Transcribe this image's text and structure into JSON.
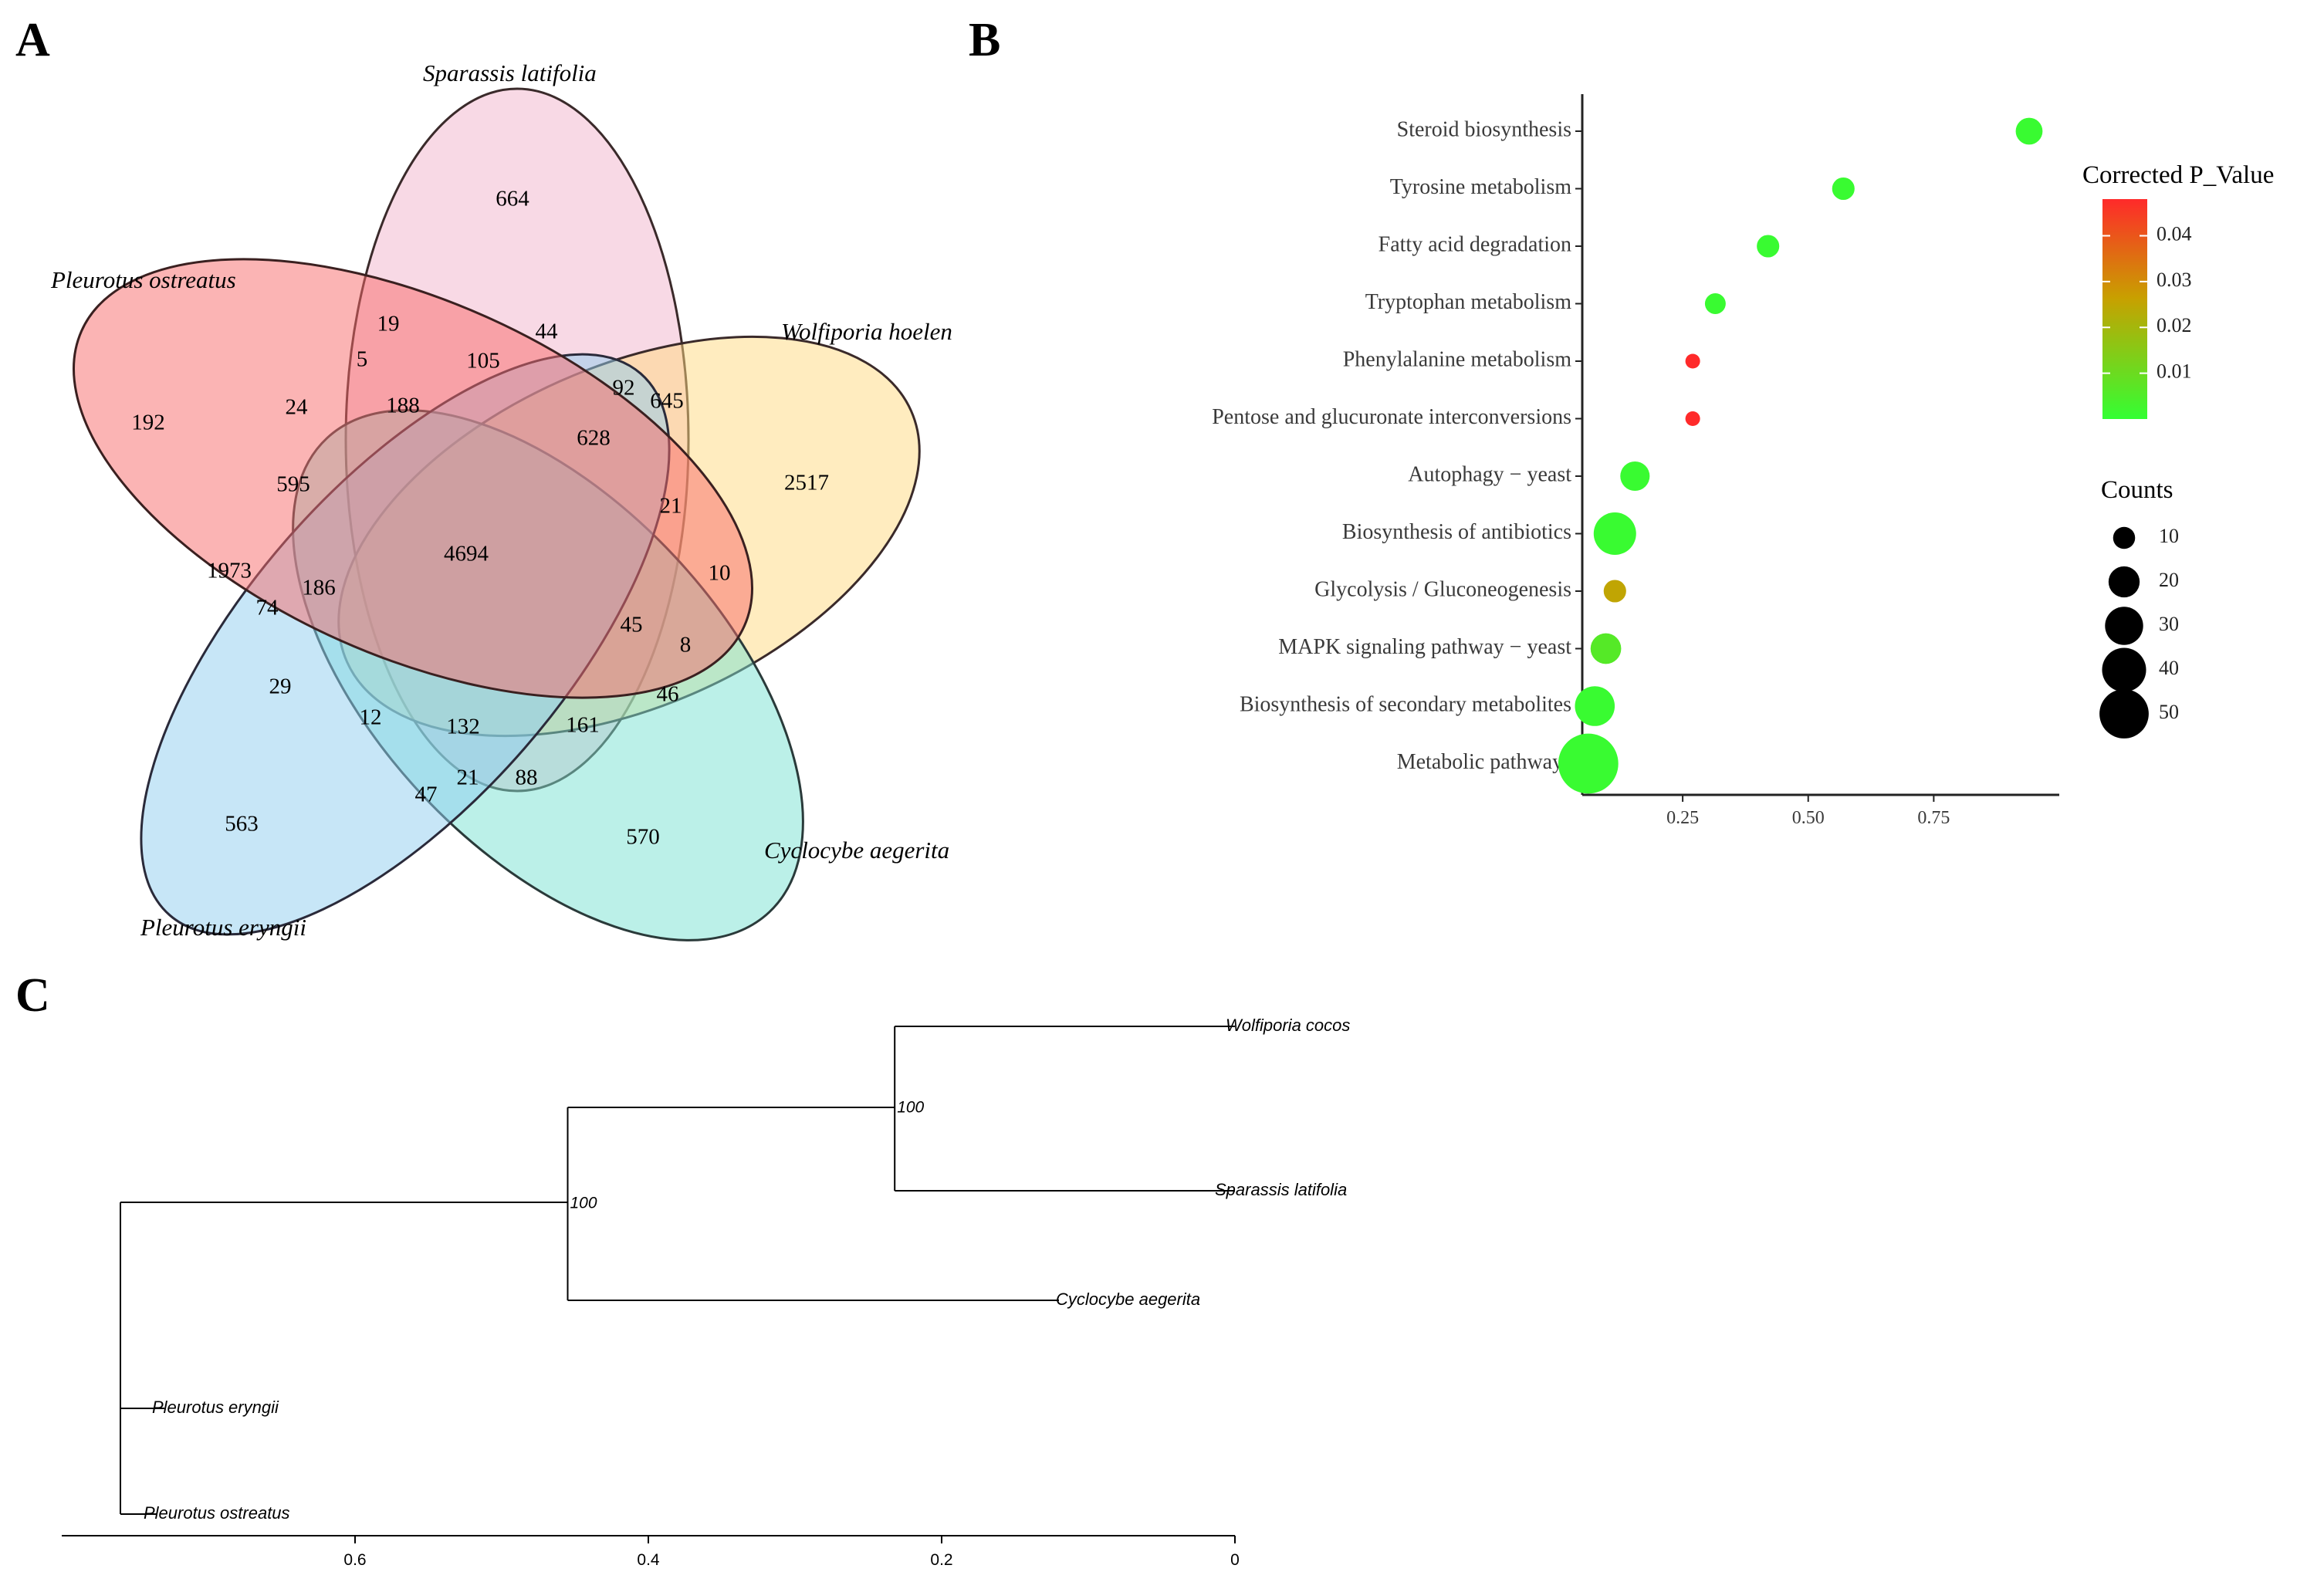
{
  "panels": {
    "a": "A",
    "b": "B",
    "c": "C"
  },
  "venn": {
    "species": [
      {
        "name": "Sparassis latifolia",
        "color": "#f2b3cb"
      },
      {
        "name": "Wolfiporia hoelen",
        "color": "#ffd980"
      },
      {
        "name": "Cyclocybe aegerita",
        "color": "#78e2d2"
      },
      {
        "name": "Pleurotus eryngii",
        "color": "#8fcdf0"
      },
      {
        "name": "Pleurotus ostreatus",
        "color": "#f86a6a"
      }
    ],
    "region_counts": {
      "sl_only": "664",
      "wh_only": "2517",
      "ca_only": "570",
      "pe_only": "563",
      "po_only": "192",
      "r19": "19",
      "r44": "44",
      "r5": "5",
      "r105": "105",
      "r92": "92",
      "r645": "645",
      "r24": "24",
      "r188": "188",
      "r628": "628",
      "r595": "595",
      "r21a": "21",
      "r4694": "4694",
      "r1973": "1973",
      "r186": "186",
      "r10": "10",
      "r74": "74",
      "r45": "45",
      "r8": "8",
      "r29": "29",
      "r46": "46",
      "r12": "12",
      "r132": "132",
      "r161": "161",
      "r21b": "21",
      "r88": "88",
      "r47": "47"
    }
  },
  "chart_data": [
    {
      "type": "scatter",
      "title": "",
      "xlabel": "",
      "ylabel": "",
      "xlim": [
        0.05,
        1.0
      ],
      "x_ticks": [
        "0.25",
        "0.50",
        "0.75"
      ],
      "x_tick_values": [
        0.25,
        0.5,
        0.75
      ],
      "grid": false,
      "points": [
        {
          "pathway": "Steroid biosynthesis",
          "rich_factor": 0.94,
          "p_value": 0.001,
          "count": 10
        },
        {
          "pathway": "Tyrosine metabolism",
          "rich_factor": 0.57,
          "p_value": 0.001,
          "count": 7
        },
        {
          "pathway": "Fatty acid degradation",
          "rich_factor": 0.42,
          "p_value": 0.001,
          "count": 7
        },
        {
          "pathway": "Tryptophan metabolism",
          "rich_factor": 0.315,
          "p_value": 0.001,
          "count": 6
        },
        {
          "pathway": "Phenylalanine metabolism",
          "rich_factor": 0.27,
          "p_value": 0.048,
          "count": 3
        },
        {
          "pathway": "Pentose and glucuronate interconversions",
          "rich_factor": 0.27,
          "p_value": 0.048,
          "count": 3
        },
        {
          "pathway": "Autophagy − yeast",
          "rich_factor": 0.155,
          "p_value": 0.001,
          "count": 12
        },
        {
          "pathway": "Biosynthesis of antibiotics",
          "rich_factor": 0.115,
          "p_value": 0.001,
          "count": 25
        },
        {
          "pathway": "Glycolysis / Gluconeogenesis",
          "rich_factor": 0.115,
          "p_value": 0.025,
          "count": 7
        },
        {
          "pathway": "MAPK signaling pathway − yeast",
          "rich_factor": 0.097,
          "p_value": 0.006,
          "count": 13
        },
        {
          "pathway": "Biosynthesis of secondary metabolites",
          "rich_factor": 0.075,
          "p_value": 0.001,
          "count": 22
        },
        {
          "pathway": "Metabolic pathways",
          "rich_factor": 0.062,
          "p_value": 0.001,
          "count": 50
        }
      ],
      "legend_color": {
        "title": "Corrected P_Value",
        "ticks": [
          "0.04",
          "0.03",
          "0.02",
          "0.01"
        ],
        "tick_values": [
          0.04,
          0.03,
          0.02,
          0.01
        ],
        "range": [
          0.0,
          0.048
        ],
        "low_color": "#33ff33",
        "mid_color": "#c8a000",
        "high_color": "#ff2a2a"
      },
      "legend_size": {
        "title": "Counts",
        "ticks": [
          "10",
          "20",
          "30",
          "40",
          "50"
        ],
        "tick_values": [
          10,
          20,
          30,
          40,
          50
        ]
      }
    }
  ],
  "tree": {
    "axis_ticks": [
      "0.6",
      "0.4",
      "0.2",
      "0"
    ],
    "axis_tick_values": [
      0.6,
      0.4,
      0.2,
      0.0
    ],
    "axis_range": [
      0.8,
      0.0
    ],
    "taxa": [
      {
        "name": "Wolfiporia cocos",
        "depth": 0.0
      },
      {
        "name": "Sparassis latifolia",
        "depth": 0.0
      },
      {
        "name": "Cyclocybe aegerita",
        "depth": 0.12
      },
      {
        "name": "Pleurotus eryngii",
        "depth": 0.73
      },
      {
        "name": "Pleurotus ostreatus",
        "depth": 0.735
      }
    ],
    "nodes": [
      {
        "id": "root",
        "depth": 0.76
      },
      {
        "id": "n1",
        "depth": 0.455,
        "support": "100"
      },
      {
        "id": "n2",
        "depth": 0.232,
        "support": "100"
      }
    ]
  }
}
